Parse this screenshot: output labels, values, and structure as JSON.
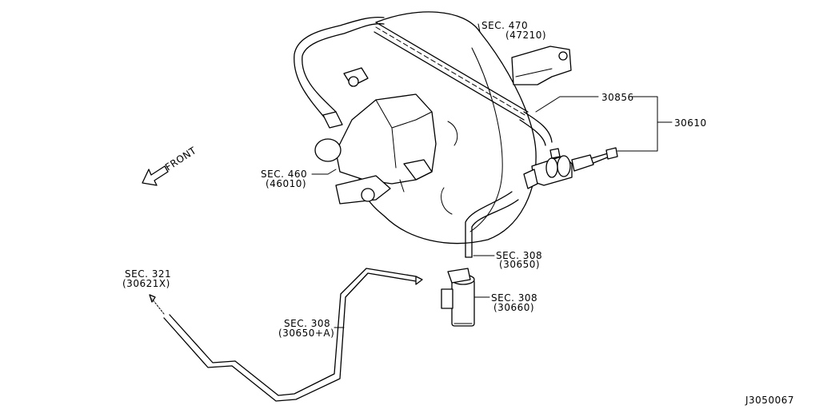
{
  "callouts": {
    "sec470": {
      "line1": "SEC. 470",
      "line2": "(47210)"
    },
    "part30856": "30856",
    "part30610": "30610",
    "sec460": {
      "line1": "SEC. 460",
      "line2": "(46010)"
    },
    "sec308_hose": {
      "line1": "SEC. 308",
      "line2": "(30650)"
    },
    "sec308_reservoir": {
      "line1": "SEC. 308",
      "line2": "(30660)"
    },
    "sec321": {
      "line1": "SEC. 321",
      "line2": "(30621X)"
    },
    "sec308_pipe": {
      "line1": "SEC. 308",
      "line2": "(30650+A)"
    }
  },
  "front_label": "FRONT",
  "diagram_id": "J3050067"
}
